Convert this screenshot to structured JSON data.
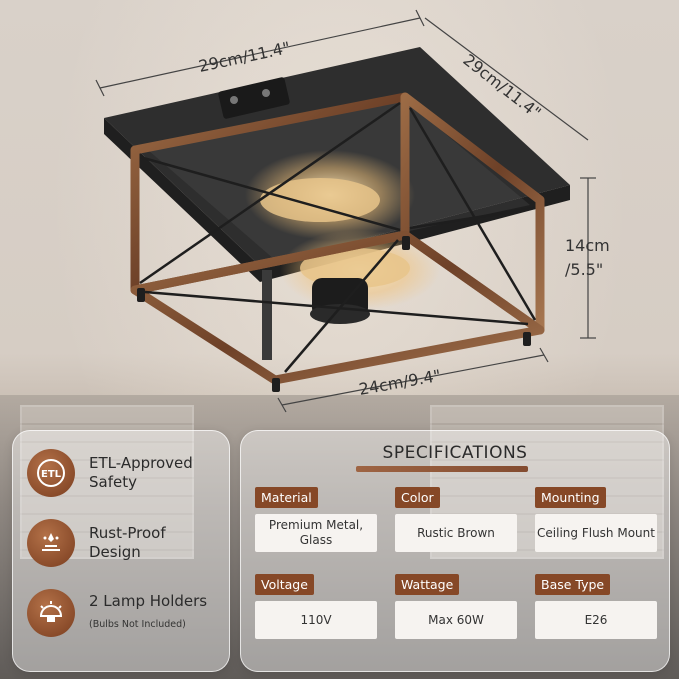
{
  "dimensions": {
    "width": "29cm/11.4\"",
    "depth": "29cm/11.4\"",
    "height_cm": "14cm",
    "height_in": "/5.5\"",
    "bottom": "24cm/9.4\""
  },
  "features": [
    {
      "icon": "etl-icon",
      "line1": "ETL-Approved",
      "line2": "Safety",
      "note": ""
    },
    {
      "icon": "rust-proof-icon",
      "line1": "Rust-Proof",
      "line2": "Design",
      "note": ""
    },
    {
      "icon": "lamp-holder-icon",
      "line1": "2 Lamp Holders",
      "line2": "",
      "note": "(Bulbs Not Included)"
    }
  ],
  "specifications": {
    "title": "SPECIFICATIONS",
    "items": [
      {
        "label": "Material",
        "value": "Premium Metal, Glass"
      },
      {
        "label": "Color",
        "value": "Rustic Brown"
      },
      {
        "label": "Mounting",
        "value": "Ceiling Flush Mount"
      },
      {
        "label": "Voltage",
        "value": "110V"
      },
      {
        "label": "Wattage",
        "value": "Max 60W"
      },
      {
        "label": "Base Type",
        "value": "E26"
      }
    ]
  },
  "colors": {
    "accent": "#864827",
    "frame": "#8a5a3a",
    "canopy": "#2e2e2e"
  }
}
